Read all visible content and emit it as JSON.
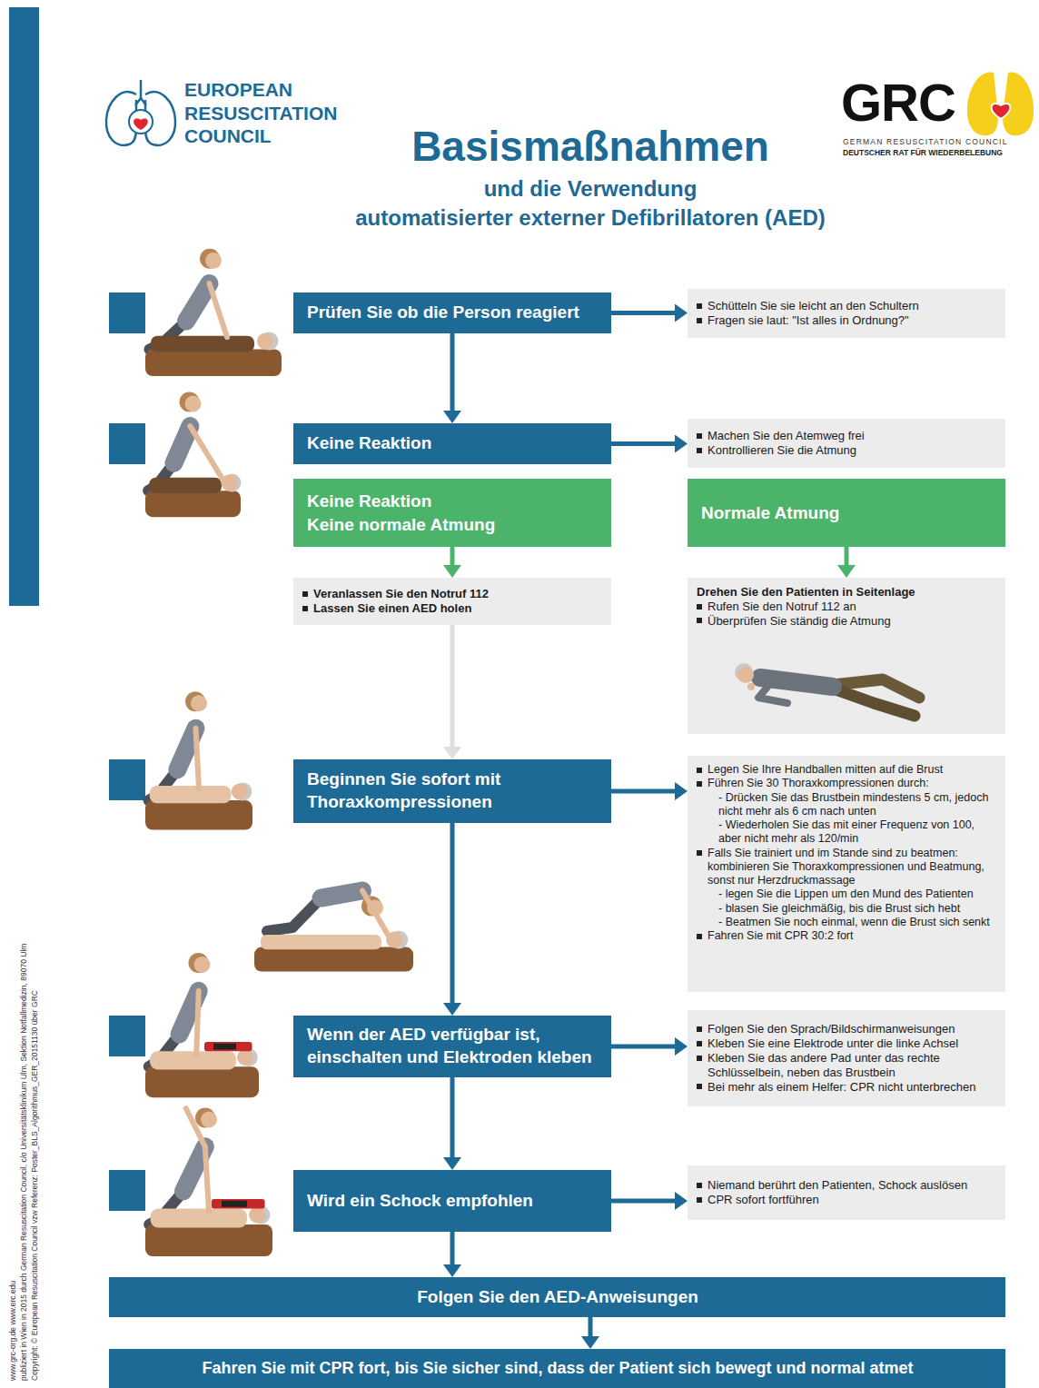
{
  "diagram": {
    "title": "Basismaßnahmen",
    "nodes": [
      {
        "text": [
          "Prüfen Sie ob die Person reagiert"
        ]
      },
      {
        "text": [
          "Schütteln Sie sie leicht an den Schultern",
          "Fragen sie laut: \"Ist alles in Ordnung?\""
        ]
      },
      {
        "text": [
          "Keine Reaktion"
        ]
      },
      {
        "text": [
          "Machen Sie den Atemweg frei",
          "Kontrollieren Sie die Atmung"
        ]
      },
      {
        "text": [
          "Keine Reaktion",
          "Keine normale Atmung"
        ]
      },
      {
        "text": [
          "Normale Atmung"
        ]
      },
      {
        "text": [
          "Veranlassen Sie den Notruf 112",
          "Lassen Sie einen AED holen"
        ]
      },
      {
        "text": [
          "Drehen Sie den Patienten in Seitenlage",
          "Rufen Sie den Notruf 112 an",
          "Überprüfen Sie ständig die Atmung"
        ]
      },
      {
        "text": [
          "Beginnen Sie sofort mit Thoraxkompressionen"
        ]
      },
      {
        "text": [
          "Legen Sie Ihre Handballen mitten auf die Brust",
          "Führen Sie 30 Thoraxkompressionen durch:",
          "- Drücken Sie das Brustbein mindestens 5 cm, jedoch nicht mehr als 6 cm nach unten",
          "- Wiederholen Sie das mit einer Frequenz von 100, aber nicht mehr als 120/min",
          "Falls Sie trainiert und im Stande sind zu beatmen: kombinieren Sie Thoraxkompressionen und Beatmung, sonst nur Herzdruckmassage",
          "- legen Sie die Lippen um den Mund des Patienten",
          "- blasen Sie gleichmäßig, bis die Brust sich hebt",
          "- Beatmen Sie noch einmal, wenn die Brust sich senkt",
          "Fahren Sie mit CPR 30:2 fort"
        ]
      },
      {
        "text": [
          "Wenn der AED verfügbar ist, einschalten und Elektroden kleben"
        ]
      },
      {
        "text": [
          "Folgen Sie den Sprach/Bildschirmanweisungen",
          "Kleben Sie eine Elektrode unter die linke Achsel",
          "Kleben Sie das andere Pad unter das rechte Schlüsselbein, neben das Brustbein",
          "Bei mehr als einem Helfer: CPR nicht unterbrechen"
        ]
      },
      {
        "text": [
          "Wird ein Schock empfohlen"
        ]
      },
      {
        "text": [
          "Niemand berührt den Patienten, Schock auslösen",
          "CPR sofort fortführen"
        ]
      },
      {
        "text": [
          "Folgen Sie den AED-Anweisungen"
        ]
      },
      {
        "text": [
          "Fahren Sie mit CPR fort, bis Sie sicher sind, dass der Patient sich bewegt und normal atmet"
        ]
      }
    ],
    "edges": [
      {
        "from": 0,
        "to": 1,
        "arrow": "to"
      },
      {
        "from": 0,
        "to": 2,
        "arrow": "to"
      },
      {
        "from": 2,
        "to": 3,
        "arrow": "to"
      },
      {
        "from": 4,
        "to": 6,
        "arrow": "to"
      },
      {
        "from": 5,
        "to": 7,
        "arrow": "to"
      },
      {
        "from": 6,
        "to": 8,
        "arrow": "to"
      },
      {
        "from": 8,
        "to": 9,
        "arrow": "to"
      },
      {
        "from": 8,
        "to": 10,
        "arrow": "to"
      },
      {
        "from": 10,
        "to": 11,
        "arrow": "to"
      },
      {
        "from": 10,
        "to": 12,
        "arrow": "to"
      },
      {
        "from": 12,
        "to": 13,
        "arrow": "to"
      },
      {
        "from": 12,
        "to": 14,
        "arrow": "to"
      },
      {
        "from": 14,
        "to": 15,
        "arrow": "to"
      }
    ],
    "labels": [
      "und die Verwendung",
      "automatisierter externer Defibrillatoren (AED)",
      "EUROPEAN RESUSCITATION COUNCIL",
      "GRC",
      "GERMAN RESUSCITATION COUNCIL",
      "DEUTSCHER RAT FÜR WIEDERBELEBUNG",
      "www.grc-org.de www.erc.edu",
      "publiziert in Wien in 2015 durch German Resuscitation Council, c/o Universitätsklinikum Ulm, Sektion Notfallmedizin, 89070 Ulm",
      "Copyright: © European Resuscitation Council vzw Referenz: Poster_BLS_Algorithmus_GER_20151130 über GRC"
    ]
  }
}
